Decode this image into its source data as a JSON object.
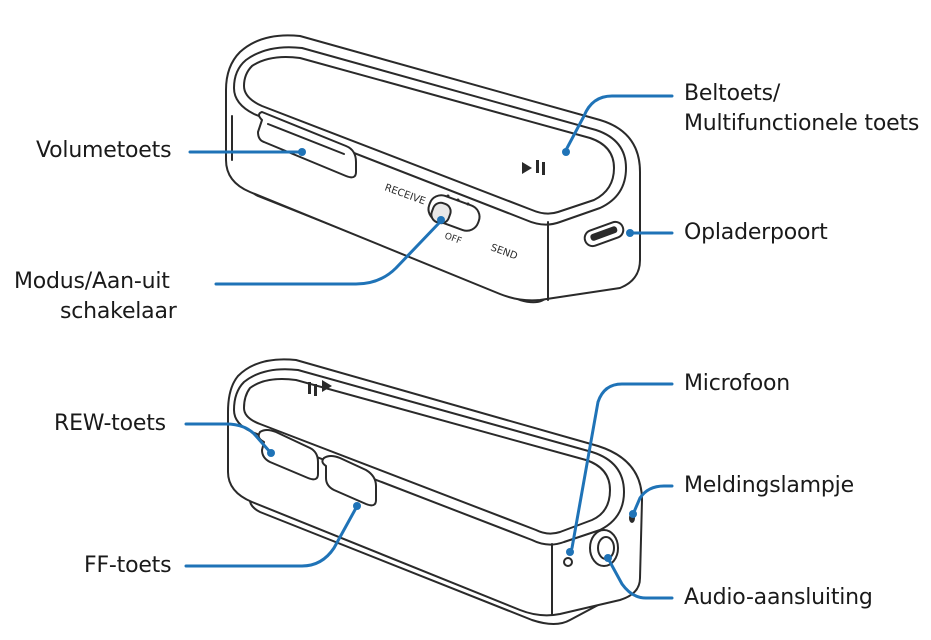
{
  "labels": {
    "volume_key": "Volumetoets",
    "call_key_line1": "Beltoets/",
    "call_key_line2": "Multifunctionele toets",
    "charger_port": "Opladerpoort",
    "mode_switch_line1": "Modus/Aan-uit",
    "mode_switch_line2": "schakelaar",
    "rew_key": "REW-toets",
    "ff_key": "FF-toets",
    "microphone": "Microfoon",
    "indicator_light": "Meldingslampje",
    "audio_jack": "Audio-aansluiting"
  },
  "switch_text": {
    "receive": "RECEIVE",
    "off": "OFF",
    "send": "SEND"
  },
  "colors": {
    "callout_line": "#1f73b7",
    "outline": "#2a2a2a",
    "text": "#1a1a1a"
  }
}
